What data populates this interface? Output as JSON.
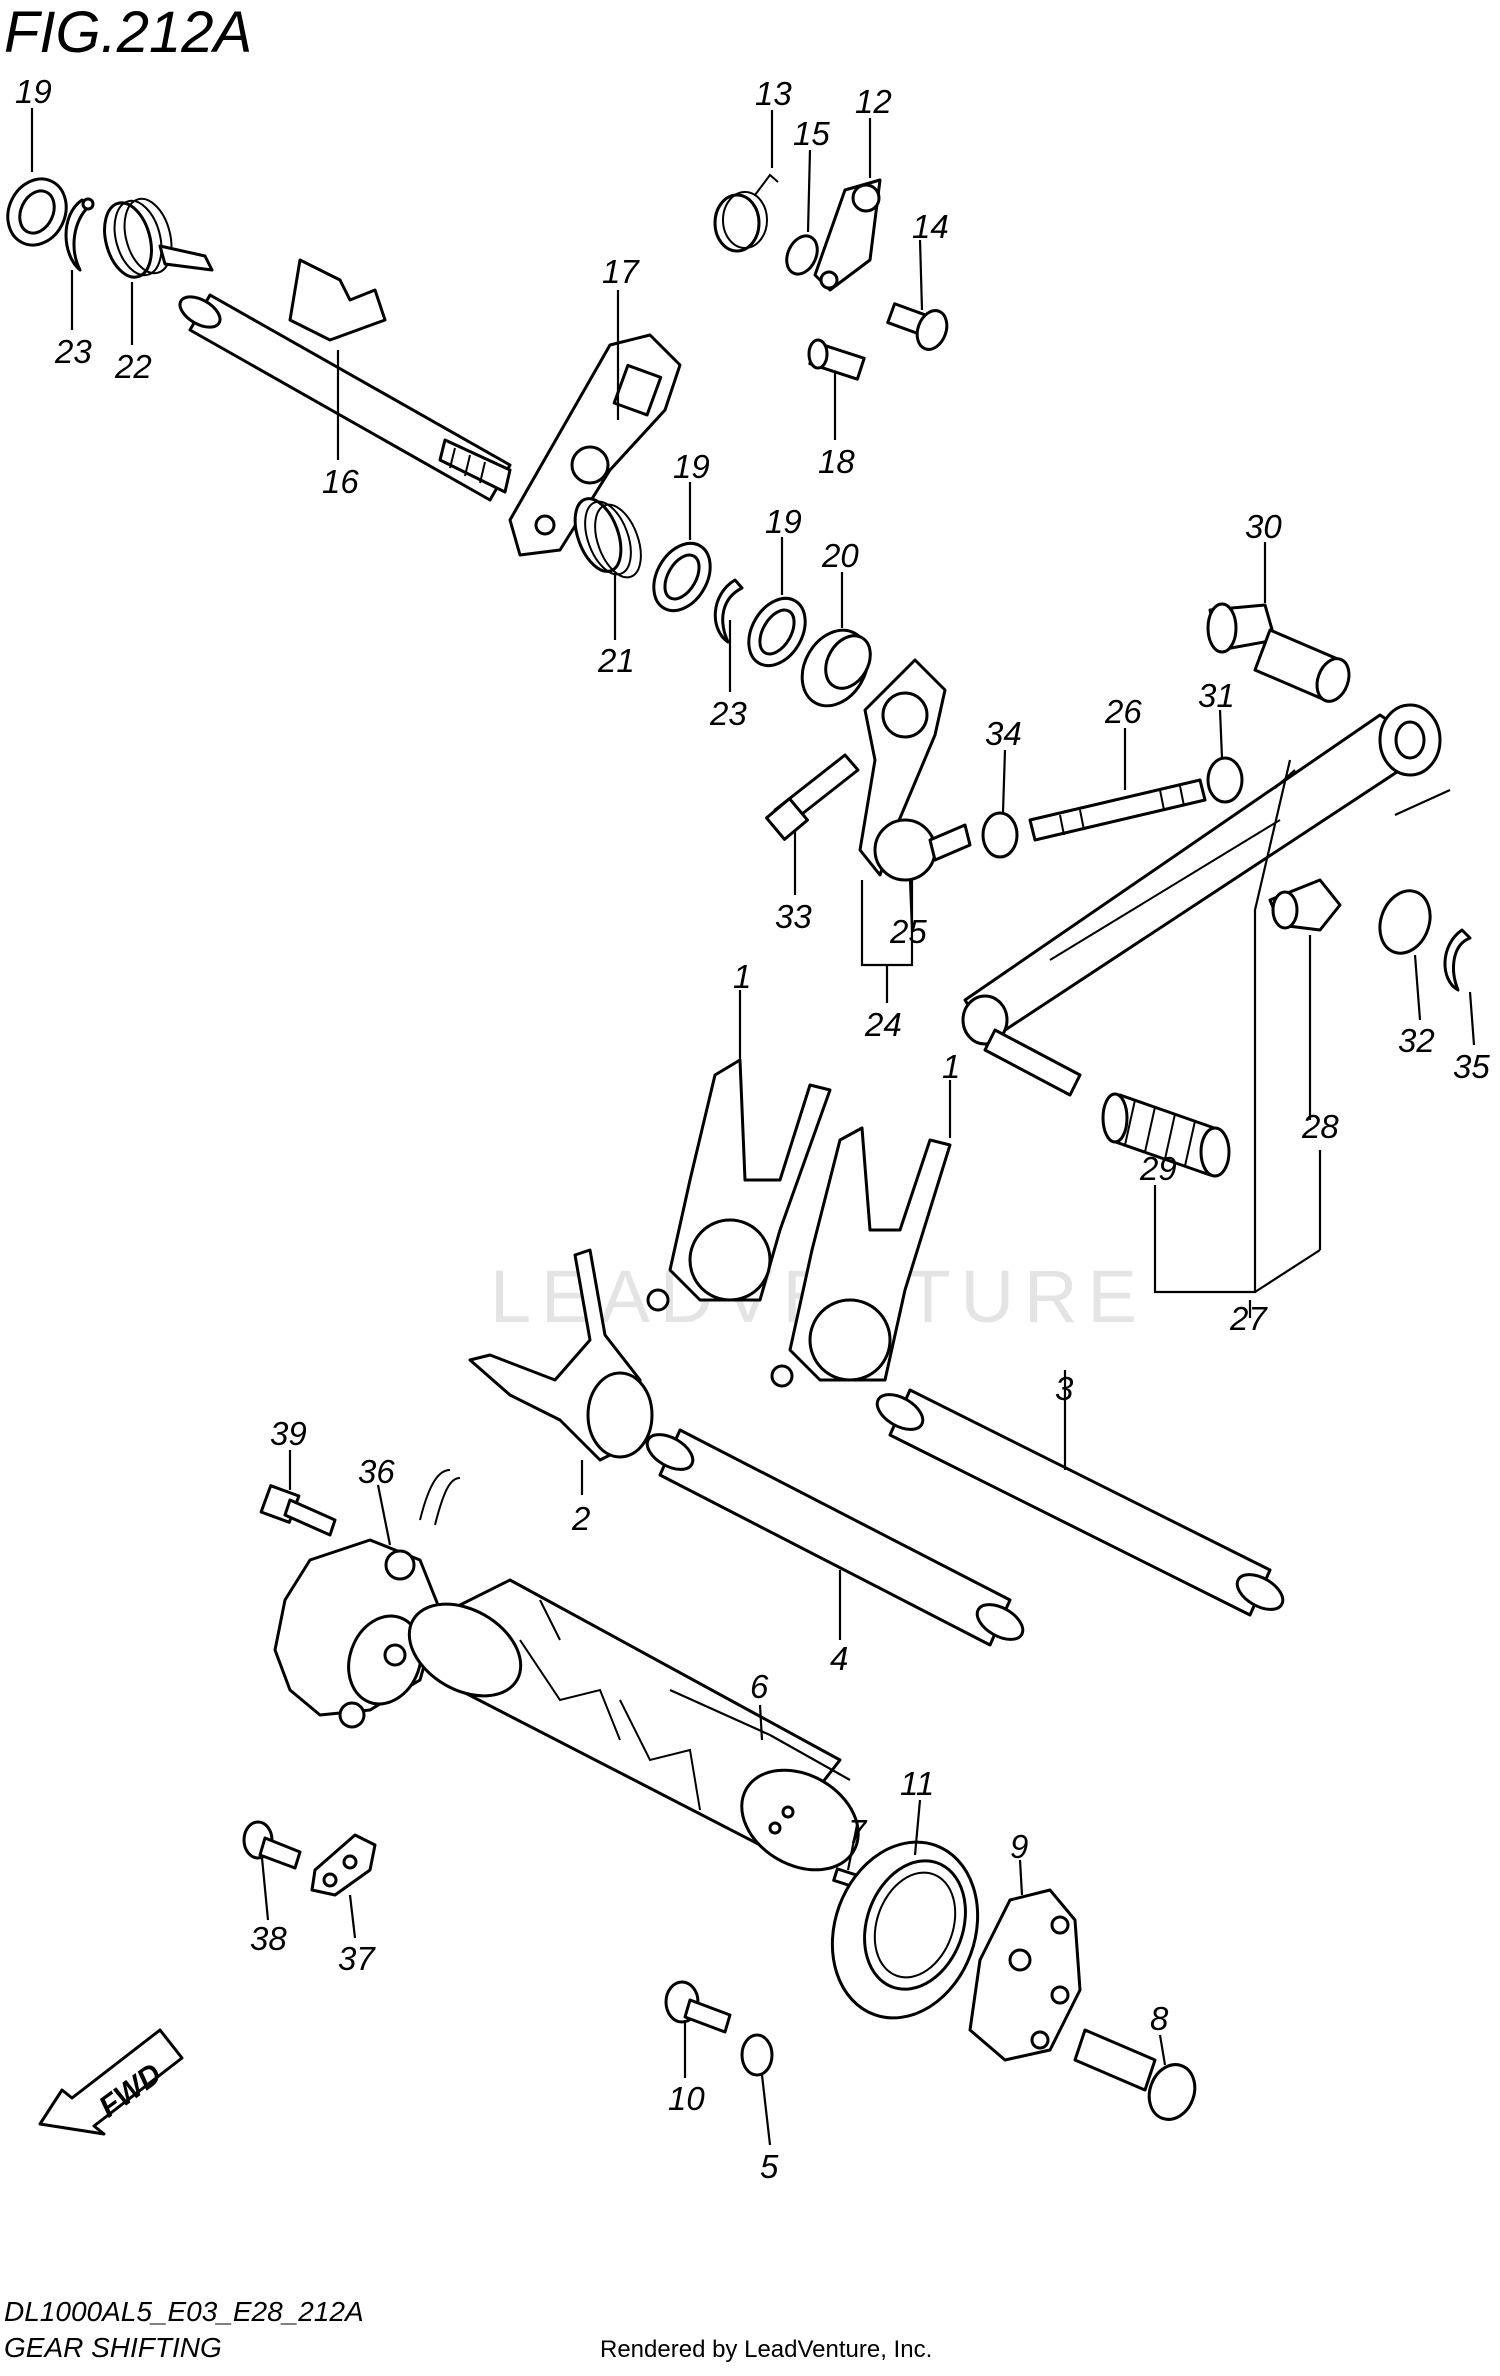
{
  "figure": {
    "title": "FIG.212A",
    "model_code": "DL1000AL5_E03_E28_212A",
    "caption": "GEAR SHIFTING",
    "credit": "Rendered by LeadVenture, Inc.",
    "watermark": "LEADVENTURE",
    "direction_label": "FWD"
  },
  "callouts": [
    {
      "label": "1"
    },
    {
      "label": "1"
    },
    {
      "label": "2"
    },
    {
      "label": "3"
    },
    {
      "label": "4"
    },
    {
      "label": "5"
    },
    {
      "label": "6"
    },
    {
      "label": "7"
    },
    {
      "label": "8"
    },
    {
      "label": "9"
    },
    {
      "label": "10"
    },
    {
      "label": "11"
    },
    {
      "label": "12"
    },
    {
      "label": "13"
    },
    {
      "label": "14"
    },
    {
      "label": "15"
    },
    {
      "label": "16"
    },
    {
      "label": "17"
    },
    {
      "label": "18"
    },
    {
      "label": "19"
    },
    {
      "label": "19"
    },
    {
      "label": "19"
    },
    {
      "label": "20"
    },
    {
      "label": "21"
    },
    {
      "label": "22"
    },
    {
      "label": "23"
    },
    {
      "label": "23"
    },
    {
      "label": "24"
    },
    {
      "label": "25"
    },
    {
      "label": "26"
    },
    {
      "label": "27"
    },
    {
      "label": "28"
    },
    {
      "label": "29"
    },
    {
      "label": "30"
    },
    {
      "label": "31"
    },
    {
      "label": "32"
    },
    {
      "label": "33"
    },
    {
      "label": "34"
    },
    {
      "label": "35"
    },
    {
      "label": "36"
    },
    {
      "label": "37"
    },
    {
      "label": "38"
    },
    {
      "label": "39"
    }
  ]
}
